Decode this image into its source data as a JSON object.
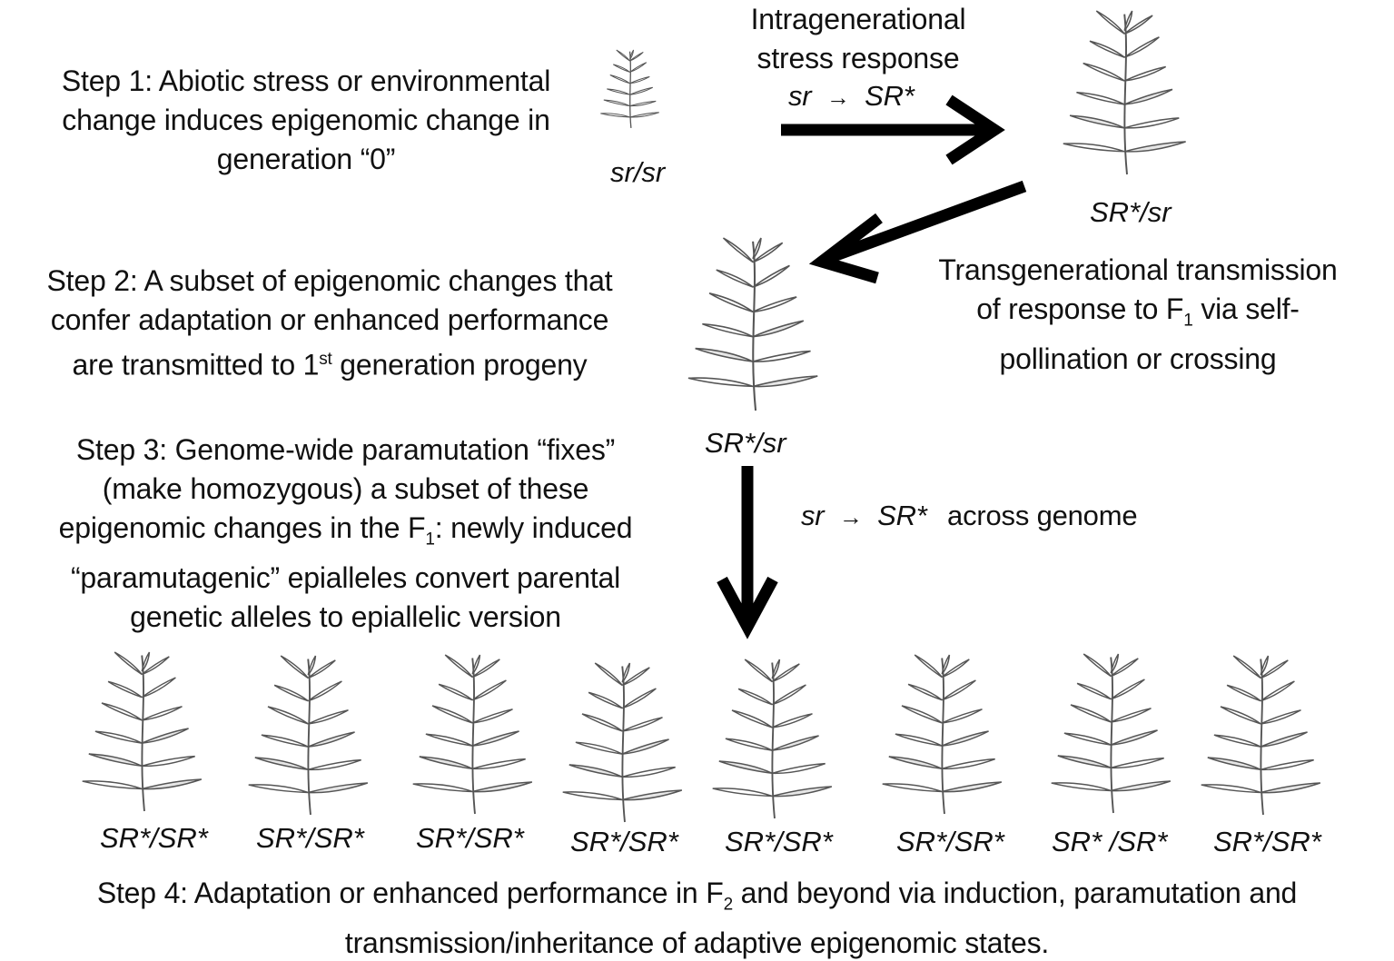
{
  "steps": {
    "step1": [
      "Step 1:  Abiotic stress or environmental",
      "change induces epigenomic change in",
      "generation “0”"
    ],
    "step2": {
      "line1": "Step 2: A subset of epigenomic changes that",
      "line2": "confer adaptation or enhanced performance",
      "line3_pre": "are transmitted to 1",
      "line3_sup": "st",
      "line3_post": " generation progeny"
    },
    "step3": {
      "line1": "Step 3: Genome-wide paramutation “fixes”",
      "line2": "(make homozygous)  a subset of these",
      "line3_pre": "epigenomic changes in the F",
      "line3_sub": "1",
      "line3_post": ": newly induced",
      "line4": "“paramutagenic” epialleles convert parental",
      "line5": "genetic alleles to epiallelic version"
    },
    "step4": {
      "line1_pre": "Step 4: Adaptation or enhanced performance in F",
      "line1_sub": "2",
      "line1_post": " and beyond via induction, paramutation and",
      "line2": "transmission/inheritance of adaptive epigenomic states."
    }
  },
  "intragenerational": {
    "line1": "Intragenerational",
    "line2": "stress response",
    "from": "sr",
    "arrow": "→",
    "to": "SR*"
  },
  "transgenerational": {
    "line1": "Transgenerational transmission",
    "line2_pre": "of response to F",
    "line2_sub": "1",
    "line2_post": " via self-",
    "line3": "pollination or crossing"
  },
  "across_genome": {
    "from": "sr",
    "arrow": "→",
    "to": "SR*",
    "suffix": "across genome"
  },
  "genotypes": {
    "gen0": "sr/sr",
    "stressed": "SR*/sr",
    "f1": "SR*/sr",
    "f2": [
      "SR*/SR*",
      "SR*/SR*",
      "SR*/SR*",
      "SR*/SR*",
      "SR*/SR*",
      "SR*/SR*",
      "SR* /SR*",
      "SR*/SR*"
    ]
  },
  "colors": {
    "text": "#111111",
    "arrow": "#000000",
    "plant_stroke": "#555555",
    "leaf_fill": "#e6e6e6"
  },
  "icons": {
    "plant": "plant-icon",
    "arrow": "arrow-icon"
  }
}
